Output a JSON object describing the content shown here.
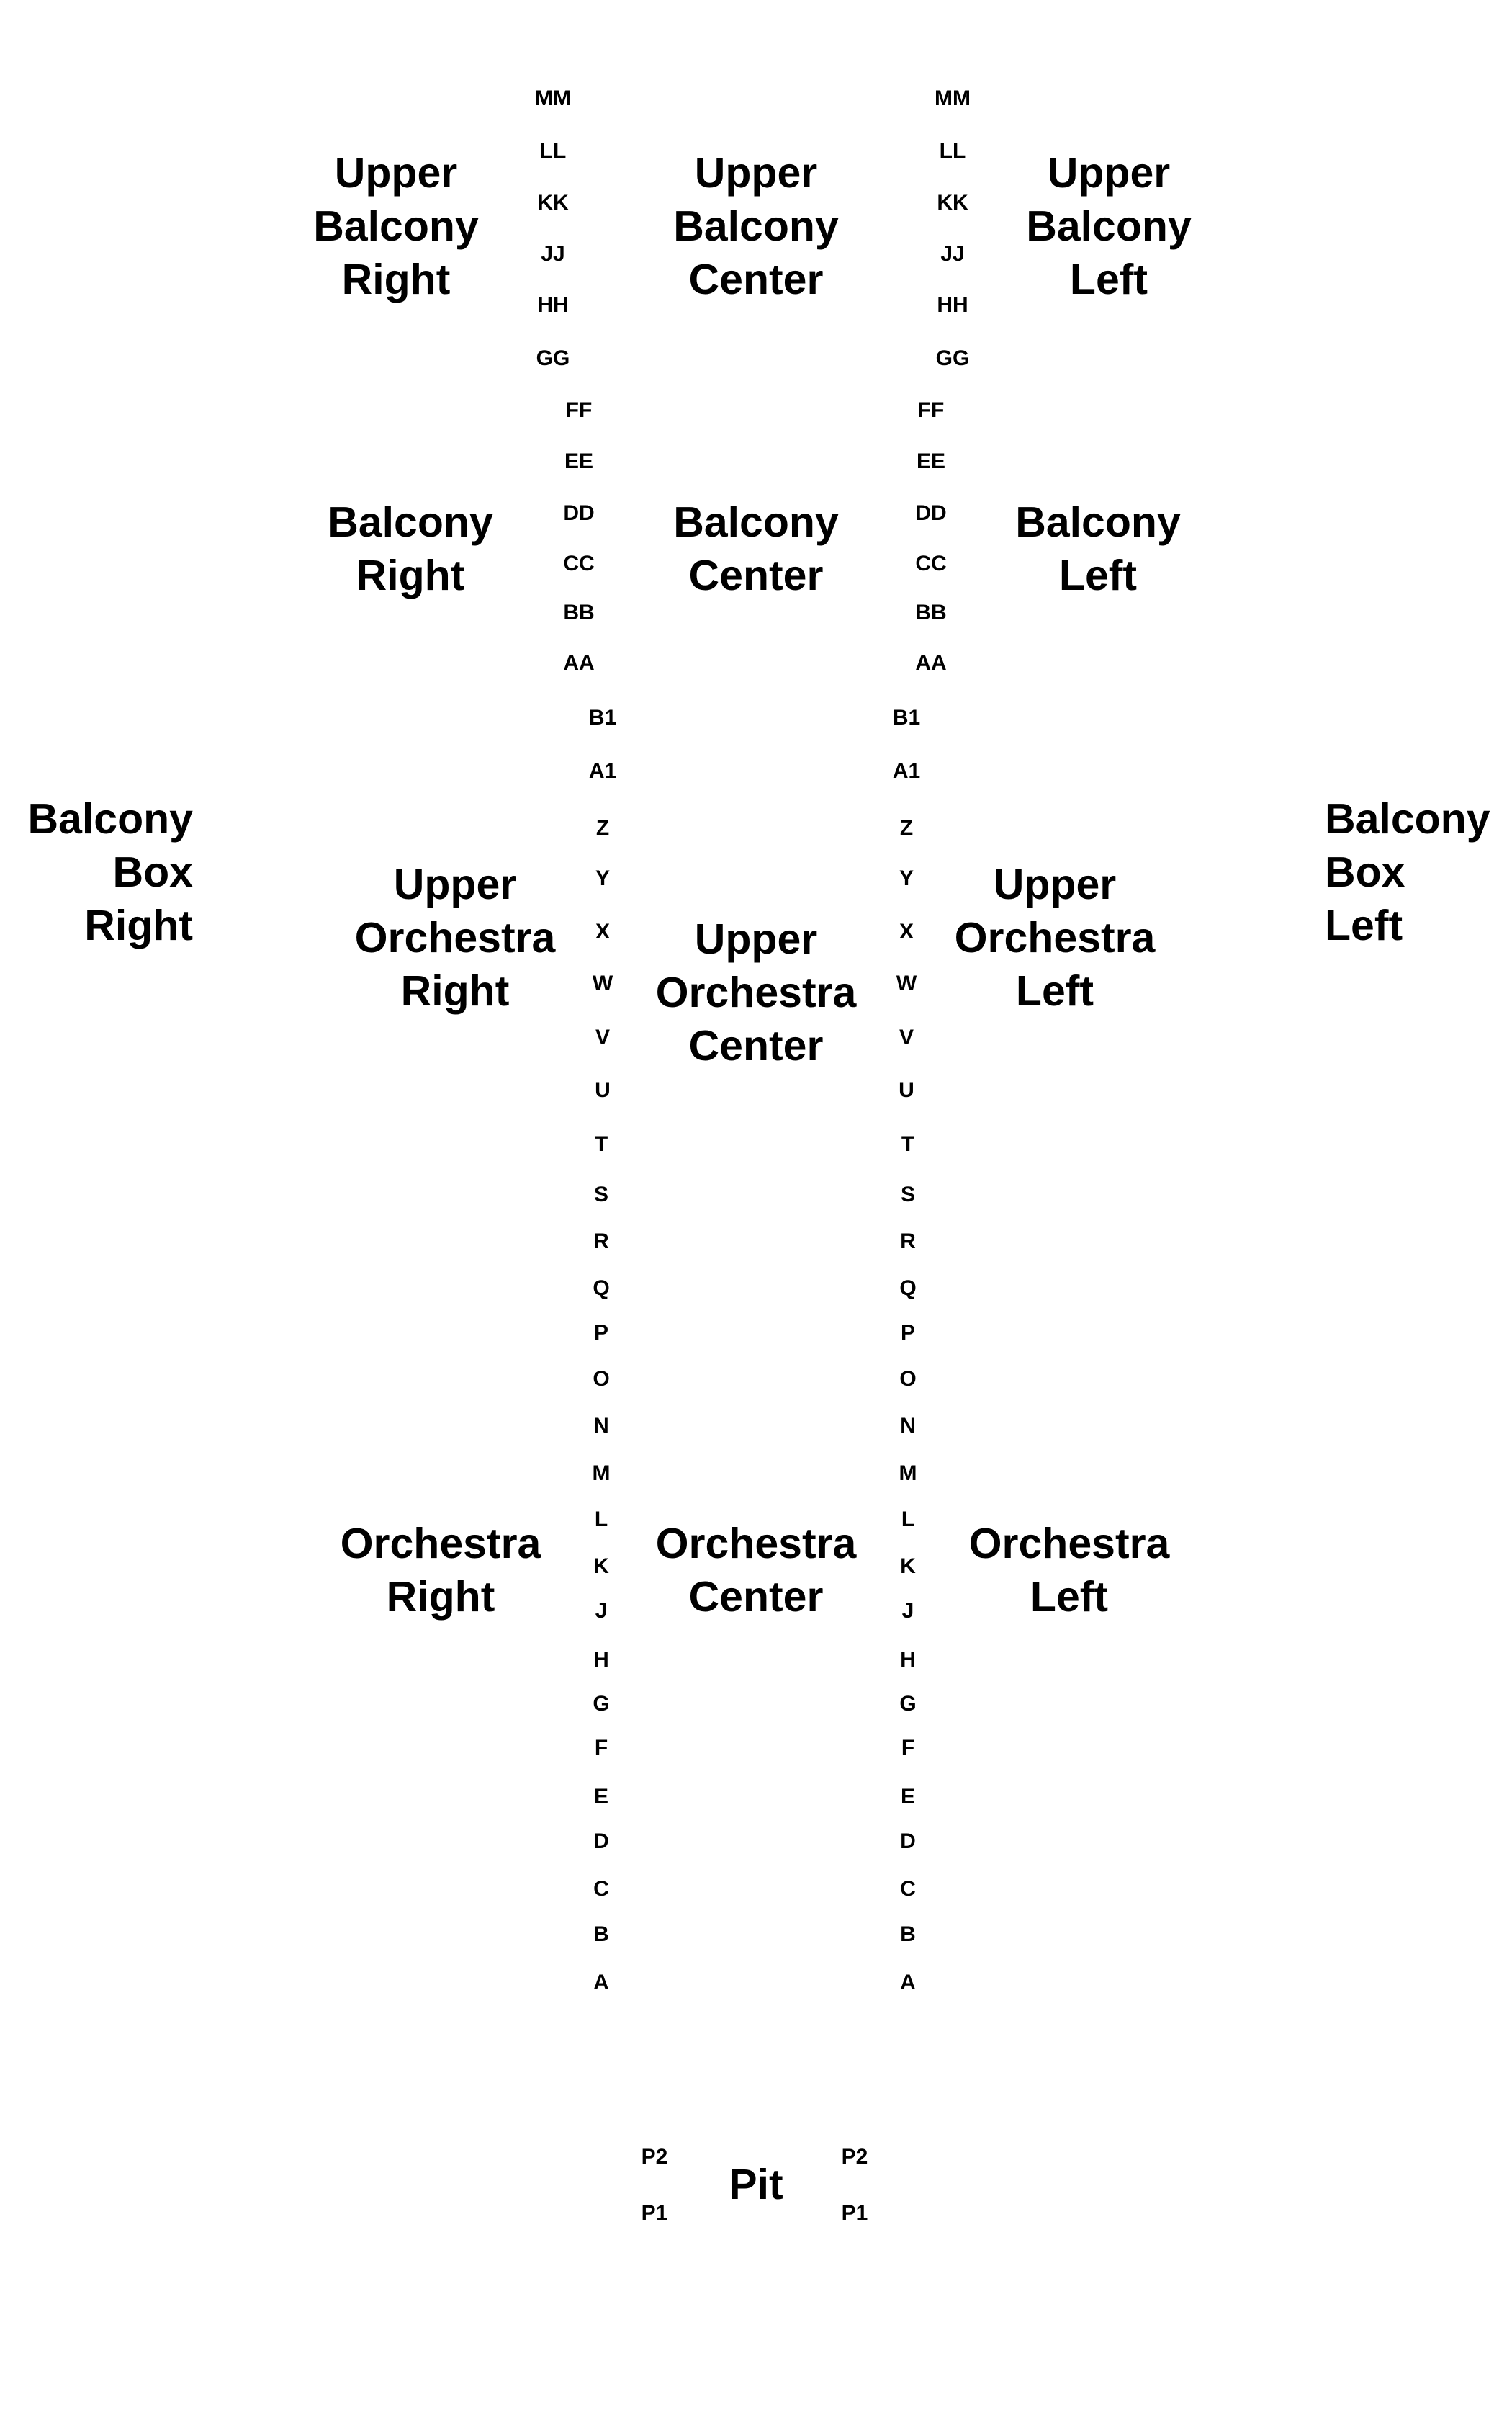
{
  "sections": {
    "upper_balcony_right": [
      "Upper",
      "Balcony",
      "Right"
    ],
    "upper_balcony_center": [
      "Upper",
      "Balcony",
      "Center"
    ],
    "upper_balcony_left": [
      "Upper",
      "Balcony",
      "Left"
    ],
    "balcony_right": [
      "Balcony",
      "Right"
    ],
    "balcony_center": [
      "Balcony",
      "Center"
    ],
    "balcony_left": [
      "Balcony",
      "Left"
    ],
    "balcony_box_right": [
      "Balcony",
      "Box",
      "Right"
    ],
    "balcony_box_left": [
      "Balcony",
      "Box",
      "Left"
    ],
    "upper_orchestra_right": [
      "Upper",
      "Orchestra",
      "Right"
    ],
    "upper_orchestra_center": [
      "Upper",
      "Orchestra",
      "Center"
    ],
    "upper_orchestra_left": [
      "Upper",
      "Orchestra",
      "Left"
    ],
    "orchestra_right": [
      "Orchestra",
      "Right"
    ],
    "orchestra_center": [
      "Orchestra",
      "Center"
    ],
    "orchestra_left": [
      "Orchestra",
      "Left"
    ],
    "pit": [
      "Pit"
    ]
  },
  "rows": {
    "upper_balcony": [
      "MM",
      "LL",
      "KK",
      "JJ",
      "HH",
      "GG"
    ],
    "balcony": [
      "FF",
      "EE",
      "DD",
      "CC",
      "BB",
      "AA"
    ],
    "upper_orchestra": [
      "B1",
      "A1",
      "Z",
      "Y",
      "X",
      "W",
      "V",
      "U"
    ],
    "orchestra": [
      "T",
      "S",
      "R",
      "Q",
      "P",
      "O",
      "N",
      "M",
      "L",
      "K",
      "J",
      "H",
      "G",
      "F",
      "E",
      "D",
      "C",
      "B",
      "A"
    ],
    "pit": [
      "P2",
      "P1"
    ]
  }
}
